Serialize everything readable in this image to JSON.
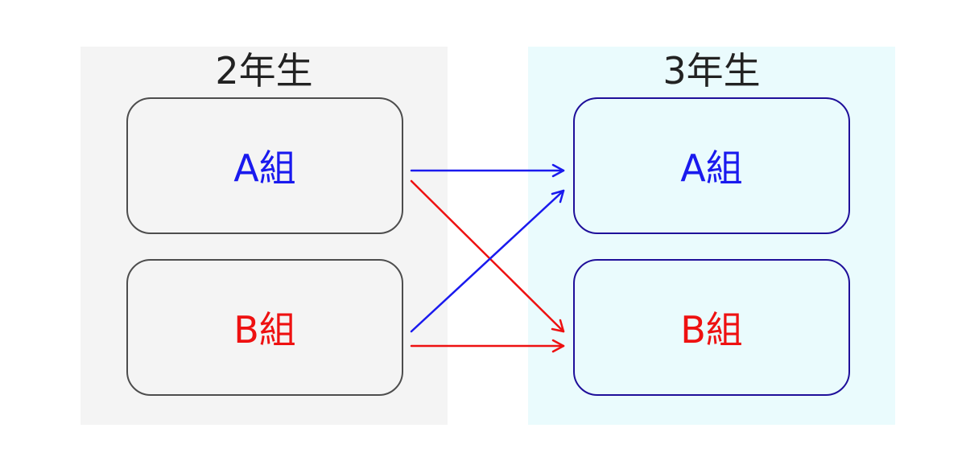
{
  "left_group": {
    "title": "2年生",
    "class_a": "A組",
    "class_b": "B組"
  },
  "right_group": {
    "title": "3年生",
    "class_a": "A組",
    "class_b": "B組"
  },
  "colors": {
    "class_a": "#1a1aee",
    "class_b": "#ee1111",
    "left_border": "#4d4d4d",
    "right_border": "#1f0f9a",
    "left_panel": "#f4f4f4",
    "right_panel": "#eafbfd"
  },
  "arrows": [
    {
      "from": "2年生 A組",
      "to": "3年生 A組",
      "color": "class_a"
    },
    {
      "from": "2年生 A組",
      "to": "3年生 B組",
      "color": "class_b"
    },
    {
      "from": "2年生 B組",
      "to": "3年生 A組",
      "color": "class_a"
    },
    {
      "from": "2年生 B組",
      "to": "3年生 B組",
      "color": "class_b"
    }
  ]
}
